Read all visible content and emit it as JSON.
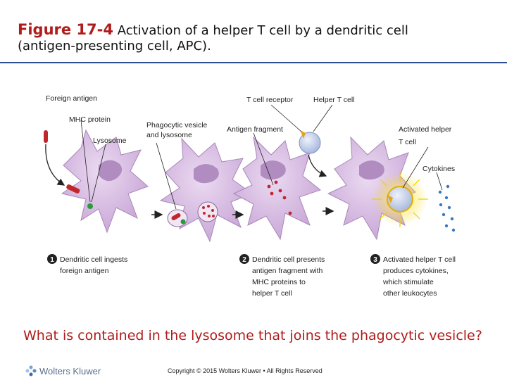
{
  "header": {
    "figure_label": "Figure 17-4",
    "title_part1": "Activation of a helper T cell by a dendritic cell",
    "title_part2": "(antigen-presenting cell, APC)."
  },
  "diagram": {
    "labels": {
      "foreign_antigen": "Foreign antigen",
      "mhc_protein": "MHC protein",
      "lysosome": "Lysosome",
      "phagocytic_vesicle_1": "Phagocytic vesicle",
      "phagocytic_vesicle_2": "and lysosome",
      "t_cell_receptor": "T cell receptor",
      "helper_t_cell": "Helper T cell",
      "antigen_fragment": "Antigen fragment",
      "activated_helper_1": "Activated helper",
      "activated_helper_2": "T cell",
      "cytokines": "Cytokines"
    },
    "steps": [
      {
        "number": "1",
        "lines": [
          "Dendritic cell ingests",
          "foreign antigen"
        ]
      },
      {
        "number": "2",
        "lines": [
          "Dendritic cell presents",
          "antigen fragment with",
          "MHC proteins to",
          "helper T cell"
        ]
      },
      {
        "number": "3",
        "lines": [
          "Activated helper T cell",
          "produces cytokines,",
          "which stimulate",
          "other leukocytes"
        ]
      }
    ]
  },
  "question": "What is contained in the lysosome that joins the phagocytic vesicle?",
  "footer": {
    "logo_text": "Wolters Kluwer",
    "copyright": "Copyright © 2015 Wolters Kluwer • All Rights Reserved"
  },
  "colors": {
    "figure_label": "#b01c1c",
    "question_text": "#b01c1c",
    "divider": "#2d4e8f",
    "cell_fill": "#dcc4e6",
    "nucleus_fill": "#b08cc0"
  }
}
